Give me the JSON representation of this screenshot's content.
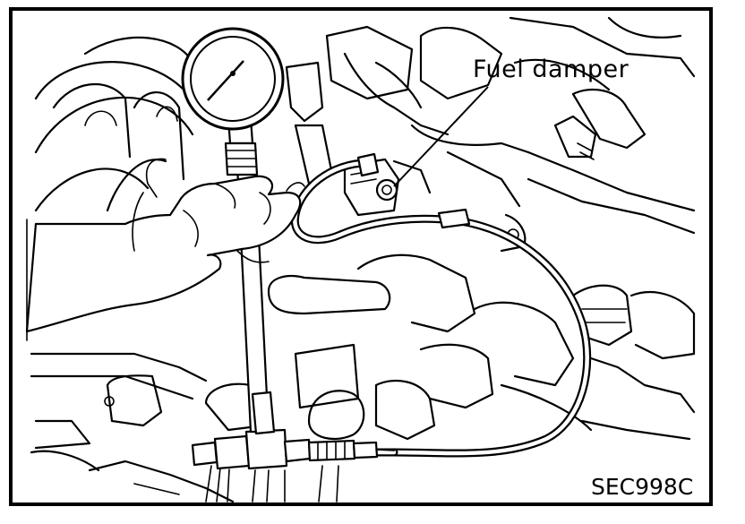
{
  "callout": {
    "text": "Fuel damper"
  },
  "figure_id": "SEC998C",
  "icons": [
    "pressure-gauge",
    "fuel-damper",
    "fuel-hose",
    "hand"
  ]
}
